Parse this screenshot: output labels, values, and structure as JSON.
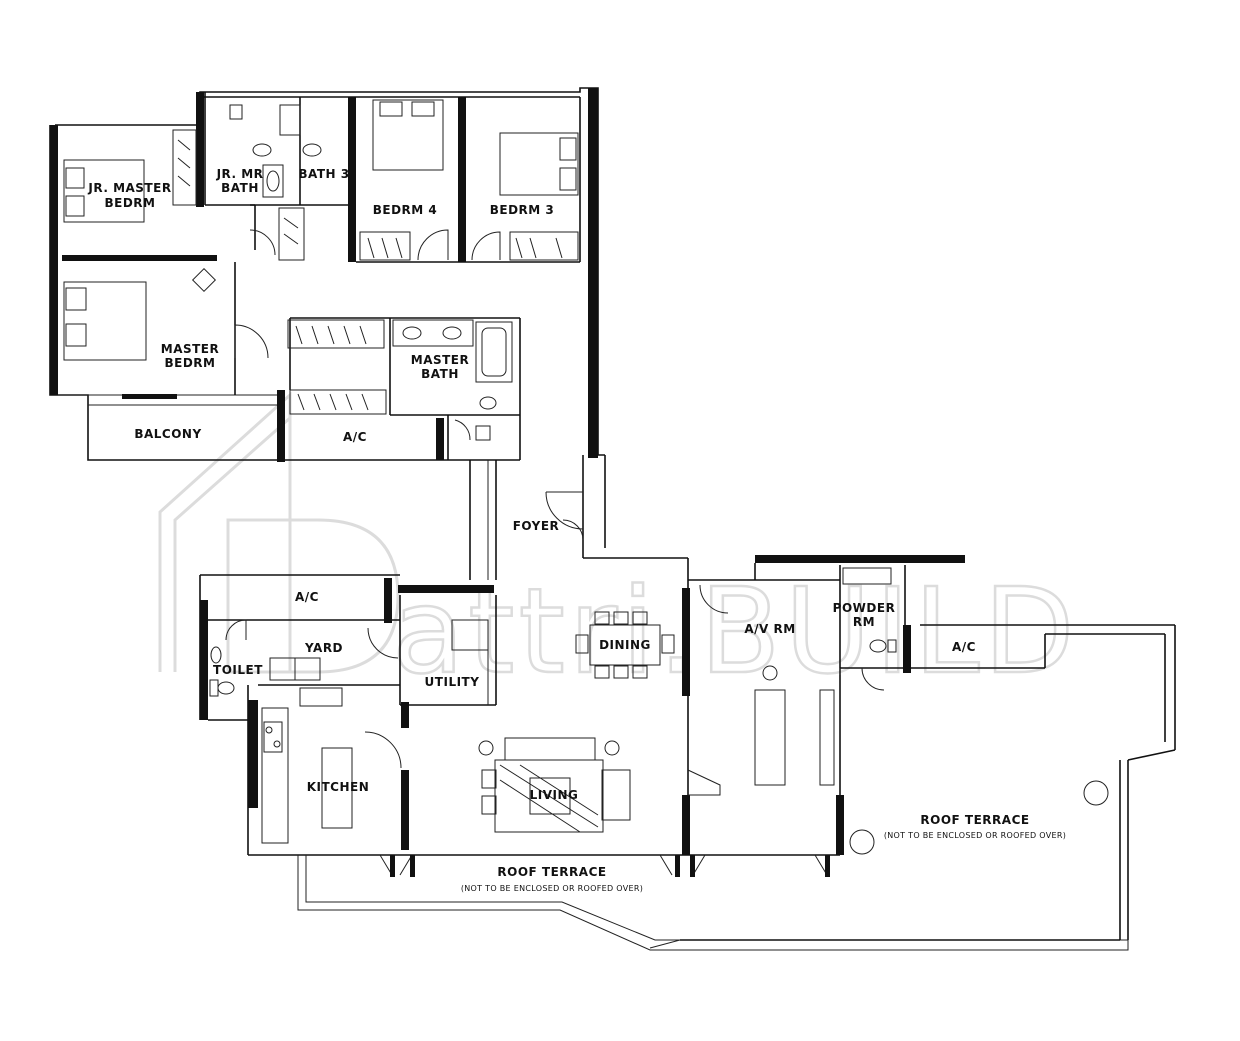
{
  "plan": {
    "rooms": [
      {
        "id": "jr-master-bedrm",
        "lines": [
          "JR. MASTER",
          "BEDRM"
        ]
      },
      {
        "id": "jr-mr-bath",
        "lines": [
          "JR. MR",
          "BATH"
        ]
      },
      {
        "id": "bath-3",
        "lines": [
          "BATH 3"
        ]
      },
      {
        "id": "bedrm-4",
        "lines": [
          "BEDRM  4"
        ]
      },
      {
        "id": "bedrm-3",
        "lines": [
          "BEDRM  3"
        ]
      },
      {
        "id": "master-bedrm",
        "lines": [
          "MASTER",
          "BEDRM"
        ]
      },
      {
        "id": "master-bath",
        "lines": [
          "MASTER",
          "BATH"
        ]
      },
      {
        "id": "balcony",
        "lines": [
          "BALCONY"
        ]
      },
      {
        "id": "ac-1",
        "lines": [
          "A/C"
        ]
      },
      {
        "id": "foyer",
        "lines": [
          "FOYER"
        ]
      },
      {
        "id": "ac-2",
        "lines": [
          "A/C"
        ]
      },
      {
        "id": "yard",
        "lines": [
          "YARD"
        ]
      },
      {
        "id": "toilet",
        "lines": [
          "TOILET"
        ]
      },
      {
        "id": "utility",
        "lines": [
          "UTILITY"
        ]
      },
      {
        "id": "kitchen",
        "lines": [
          "KITCHEN"
        ]
      },
      {
        "id": "dining",
        "lines": [
          "DINING"
        ]
      },
      {
        "id": "living",
        "lines": [
          "LIVING"
        ]
      },
      {
        "id": "av-rm",
        "lines": [
          "A/V RM"
        ]
      },
      {
        "id": "powder-rm",
        "lines": [
          "POWDER",
          "RM"
        ]
      },
      {
        "id": "ac-3",
        "lines": [
          "A/C"
        ]
      },
      {
        "id": "roof-terrace-1",
        "lines": [
          "ROOF TERRACE"
        ],
        "note": "(NOT TO BE ENCLOSED OR ROOFED OVER)"
      },
      {
        "id": "roof-terrace-2",
        "lines": [
          "ROOF TERRACE"
        ],
        "note": "(NOT TO BE ENCLOSED OR ROOFED OVER)"
      }
    ]
  },
  "watermark": {
    "logo_text": "attri.BUILD",
    "icon": "house-outline-icon"
  }
}
